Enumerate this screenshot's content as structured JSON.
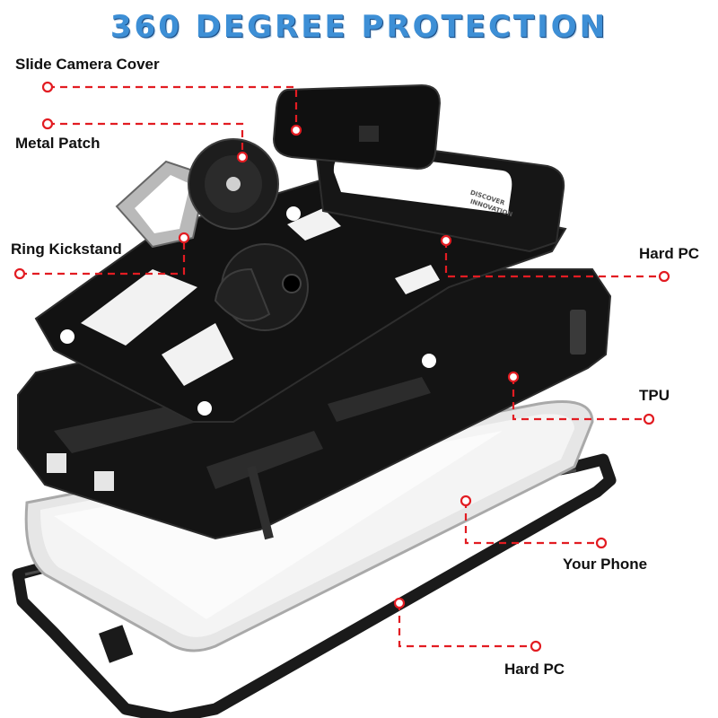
{
  "header": {
    "title": "360 DEGREE PROTECTION"
  },
  "callouts": {
    "slide_camera_cover": "Slide Camera Cover",
    "metal_patch": "Metal Patch",
    "ring_kickstand": "Ring Kickstand",
    "hard_pc_top": "Hard PC",
    "tpu": "TPU",
    "your_phone": "Your Phone",
    "hard_pc_bottom": "Hard PC"
  },
  "case_text": {
    "line1": "DISCOVER",
    "line2": "INNOVATION"
  },
  "colors": {
    "accent_red": "#e21c22",
    "title_blue": "#3d8fd6",
    "case_black": "#141414"
  }
}
